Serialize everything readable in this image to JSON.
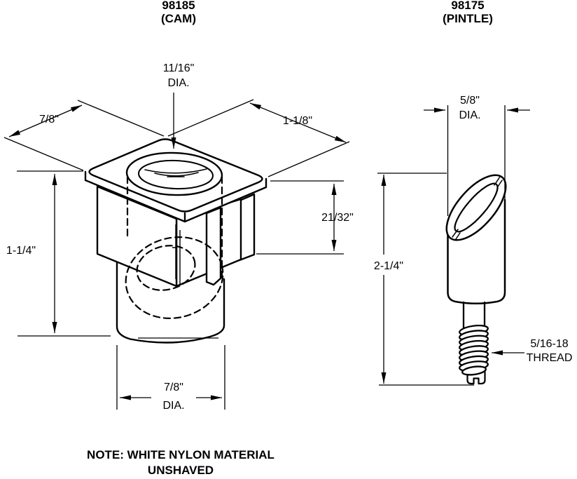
{
  "cam": {
    "part_number": "98185",
    "part_name": "(CAM)",
    "dims": {
      "top_dia": {
        "value": "11/16\"",
        "suffix": "DIA."
      },
      "left_width": {
        "value": "7/8\""
      },
      "right_width": {
        "value": "1-1/8\""
      },
      "side_height": {
        "value": "21/32\""
      },
      "total_height": {
        "value": "1-1/4\""
      },
      "base_dia": {
        "value": "7/8\"",
        "suffix": "DIA."
      }
    }
  },
  "pintle": {
    "part_number": "98175",
    "part_name": "(PINTLE)",
    "dims": {
      "head_dia": {
        "value": "5/8\"",
        "suffix": "DIA."
      },
      "total_height": {
        "value": "2-1/4\""
      },
      "thread": {
        "value": "5/16-18",
        "suffix": "THREAD"
      }
    }
  },
  "note": {
    "line1": "NOTE: WHITE NYLON MATERIAL",
    "line2": "UNSHAVED"
  },
  "colors": {
    "ink": "#000000",
    "background": "#ffffff"
  }
}
